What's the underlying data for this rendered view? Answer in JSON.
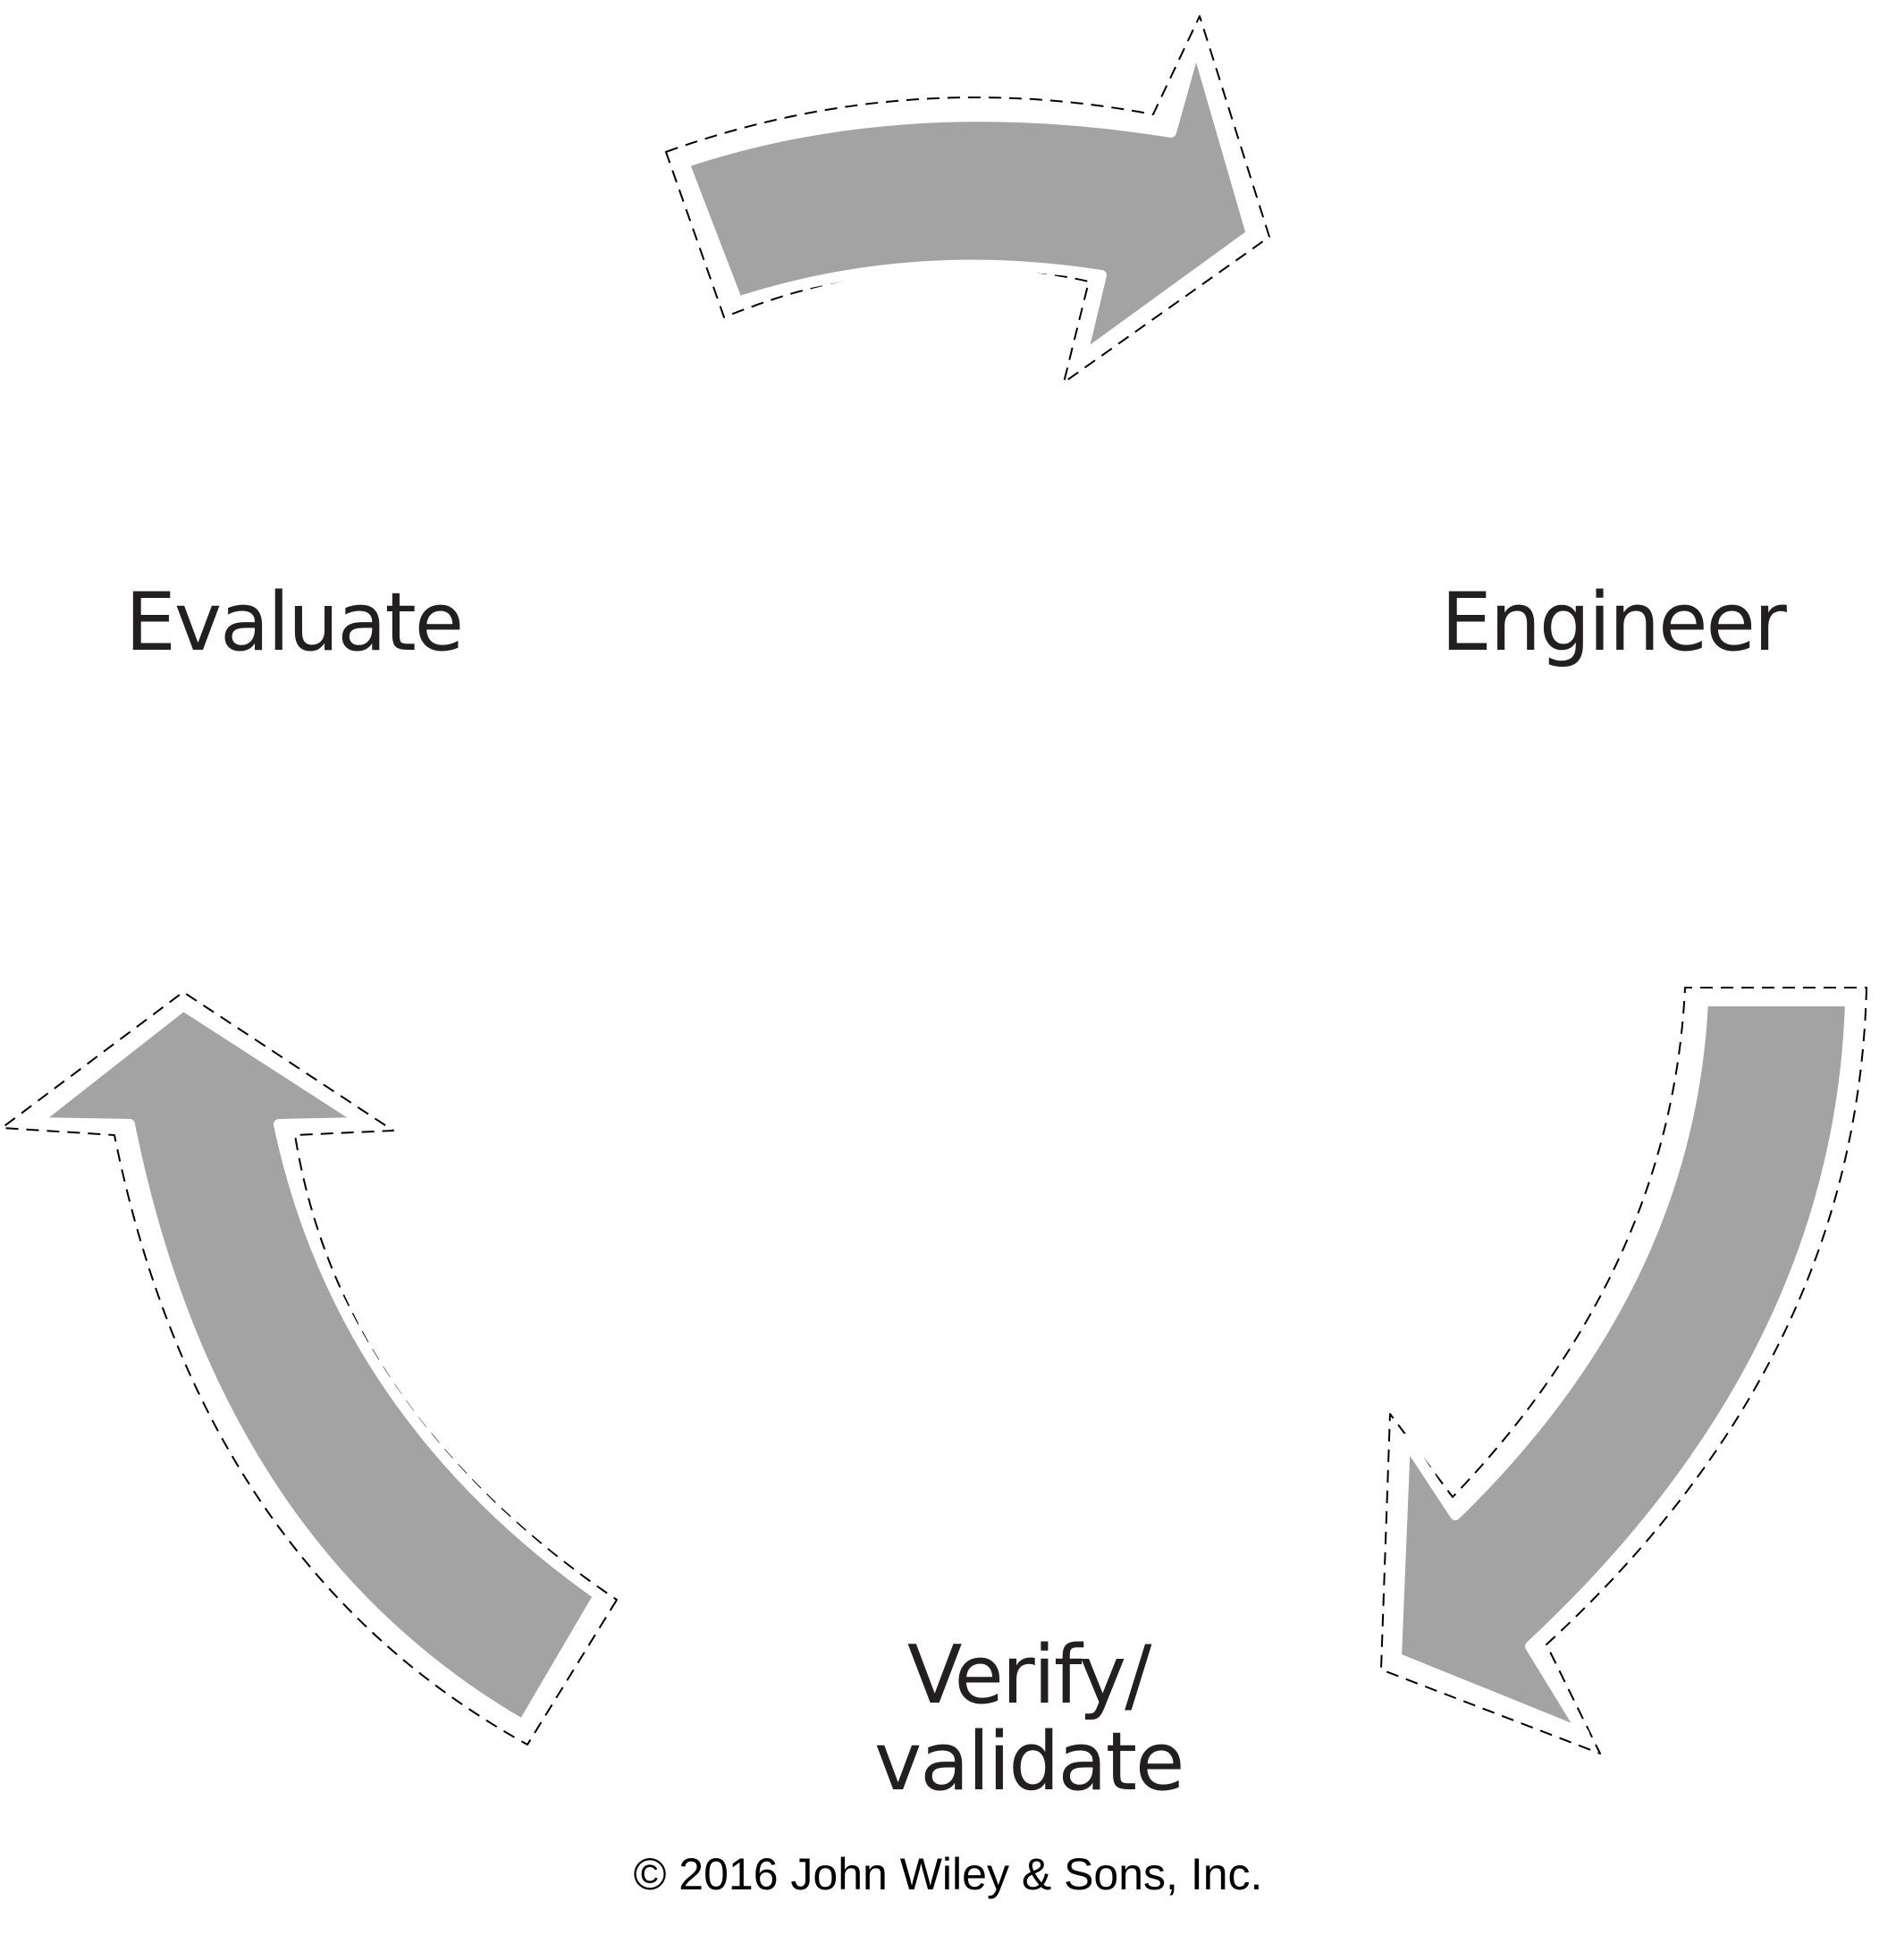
{
  "stages": {
    "evaluate": "Evaluate",
    "engineer": "Engineer",
    "verify_line1": "Verify/",
    "verify_line2": "validate"
  },
  "copyright": "© 2016 John Wiley & Sons, Inc.",
  "colors": {
    "arrow_fill": "#a3a3a3",
    "text": "#231f20"
  }
}
